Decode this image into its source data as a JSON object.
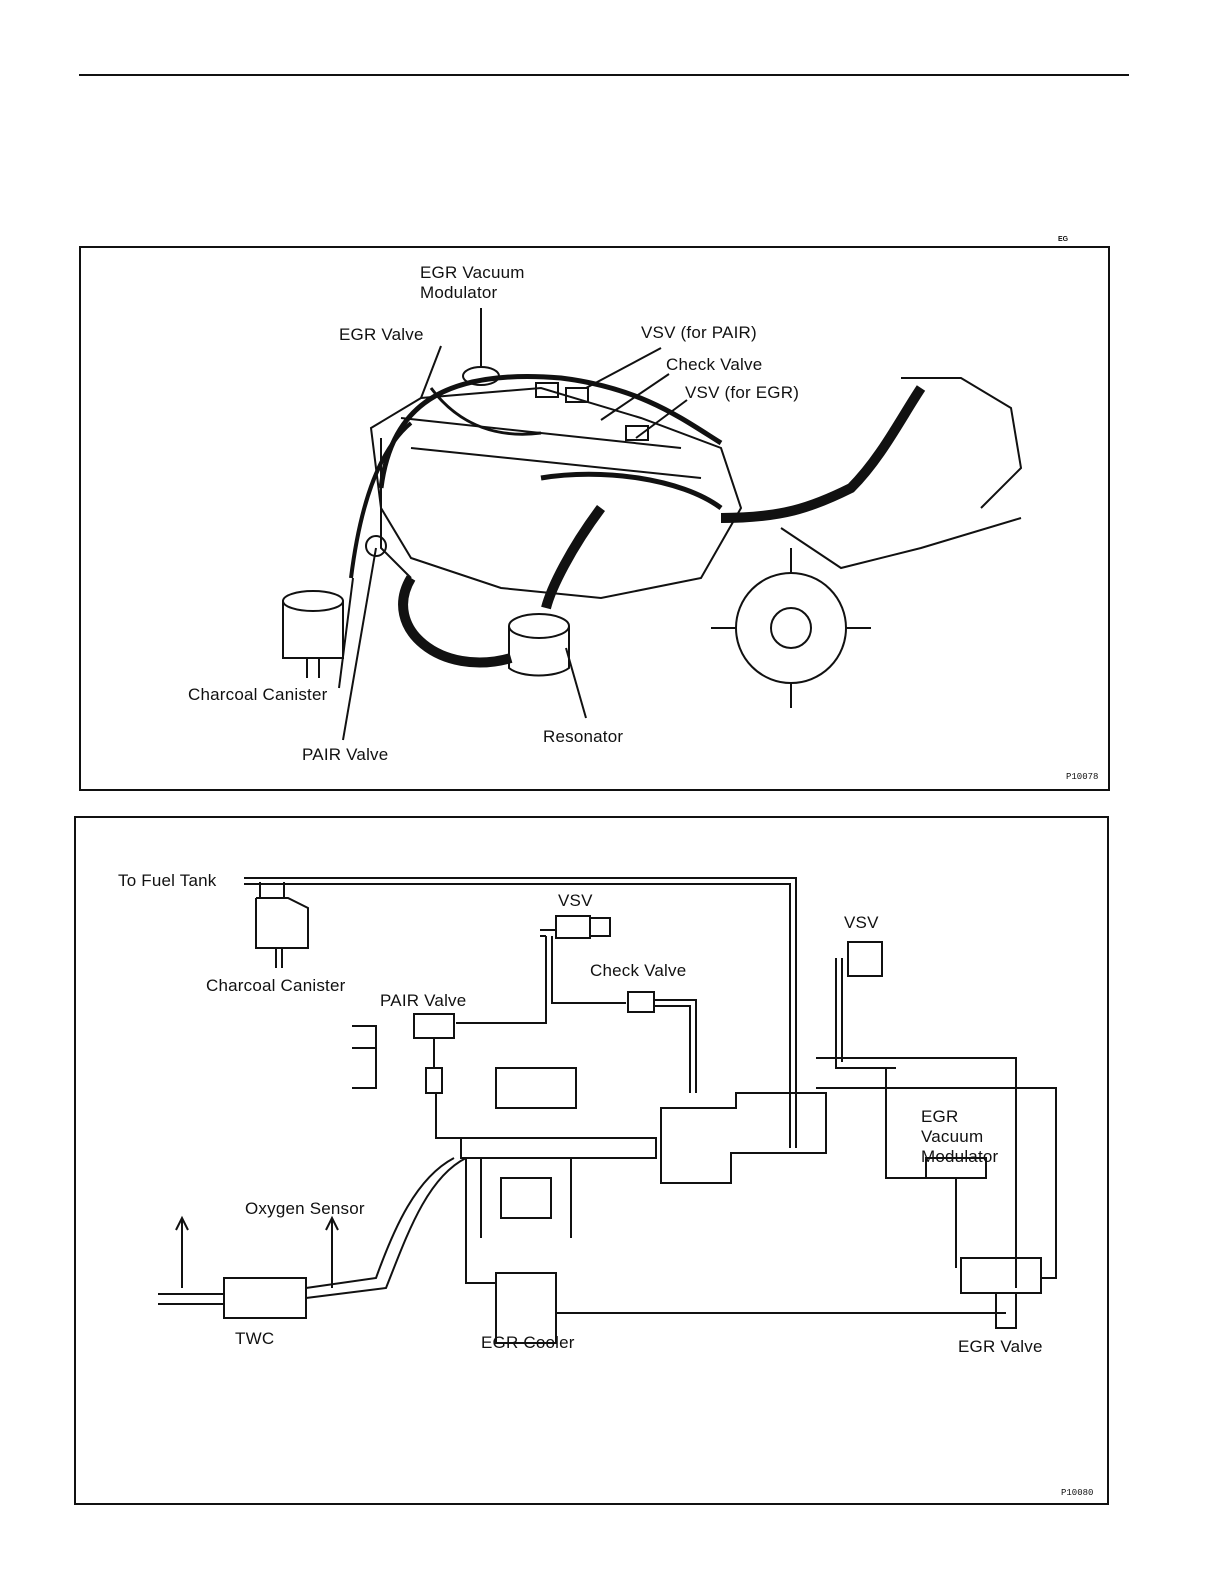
{
  "header": {
    "section_tag": "EG"
  },
  "figure_top": {
    "code": "P10078",
    "labels": {
      "egr_vacuum_modulator_line1": "EGR Vacuum",
      "egr_vacuum_modulator_line2": "Modulator",
      "egr_valve": "EGR Valve",
      "vsv_pair": "VSV (for PAIR)",
      "check_valve": "Check Valve",
      "vsv_egr": "VSV (for EGR)",
      "charcoal_canister": "Charcoal Canister",
      "pair_valve": "PAIR Valve",
      "resonator": "Resonator"
    }
  },
  "figure_bottom": {
    "code": "P10080",
    "labels": {
      "to_fuel_tank": "To Fuel Tank",
      "charcoal_canister": "Charcoal Canister",
      "vsv_left": "VSV",
      "vsv_right": "VSV",
      "check_valve": "Check Valve",
      "pair_valve": "PAIR Valve",
      "egr_vacuum_modulator_line1": "EGR",
      "egr_vacuum_modulator_line2": "Vacuum",
      "egr_vacuum_modulator_line3": "Modulator",
      "oxygen_sensor": "Oxygen Sensor",
      "twc": "TWC",
      "egr_cooler": "EGR Cooler",
      "egr_valve": "EGR Valve"
    }
  }
}
